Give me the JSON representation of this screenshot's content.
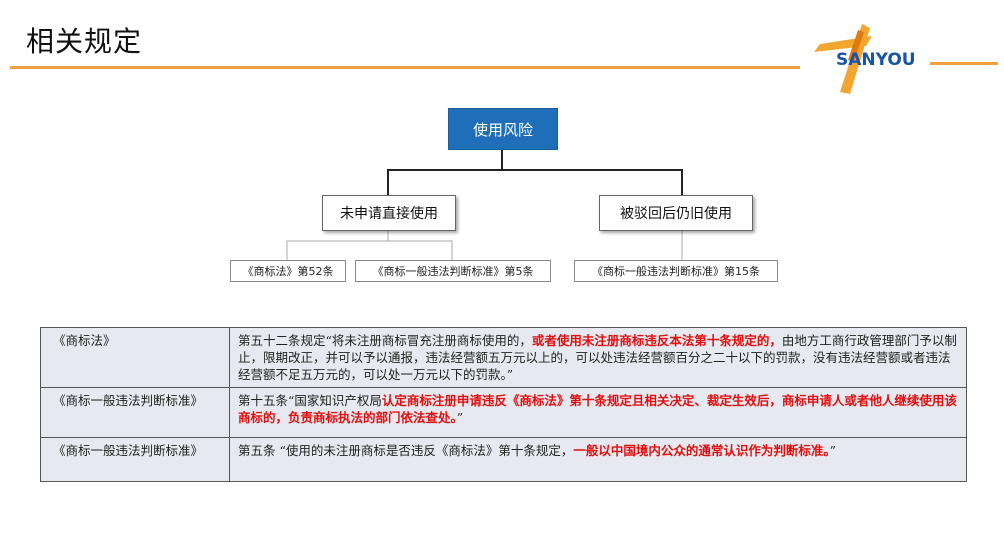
{
  "page": {
    "title": "相关规定"
  },
  "logo": {
    "text": "SANYOU"
  },
  "diagram": {
    "root": "使用风险",
    "branches": [
      {
        "label": "未申请直接使用",
        "leaves": [
          "《商标法》第52条",
          "《商标一般违法判断标准》第5条"
        ]
      },
      {
        "label": "被驳回后仍旧使用",
        "leaves": [
          "《商标一般违法判断标准》第15条"
        ]
      }
    ]
  },
  "table": {
    "rows": [
      {
        "source": "《商标法》",
        "segments": [
          {
            "text": "第五十二条规定“将未注册商标冒充注册商标使用的，",
            "red": false
          },
          {
            "text": "或者使用未注册商标违反本法第十条规定的，",
            "red": true
          },
          {
            "text": "由地方工商行政管理部门予以制止，限期改正，并可以予以通报，违法经营额五万元以上的，可以处违法经营额百分之二十以下的罚款，没有违法经营额或者违法经营额不足五万元的，可以处一万元以下的罚款。”",
            "red": false
          }
        ]
      },
      {
        "source": "《商标一般违法判断标准》",
        "segments": [
          {
            "text": "第十五条“国家知识产权局",
            "red": false
          },
          {
            "text": "认定商标注册申请违反《商标法》第十条规定且相关决定、裁定生效后，商标申请人或者他人继续使用该商标的，负责商标执法的部门依法查处。",
            "red": true
          },
          {
            "text": "”",
            "red": false
          }
        ]
      },
      {
        "source": "《商标一般违法判断标准》",
        "segments": [
          {
            "text": "第五条 “使用的未注册商标是否违反《商标法》第十条规定，",
            "red": false
          },
          {
            "text": "一般以中国境内公众的通常认识作为判断标准。",
            "red": true
          },
          {
            "text": "”",
            "red": false
          }
        ]
      }
    ]
  }
}
